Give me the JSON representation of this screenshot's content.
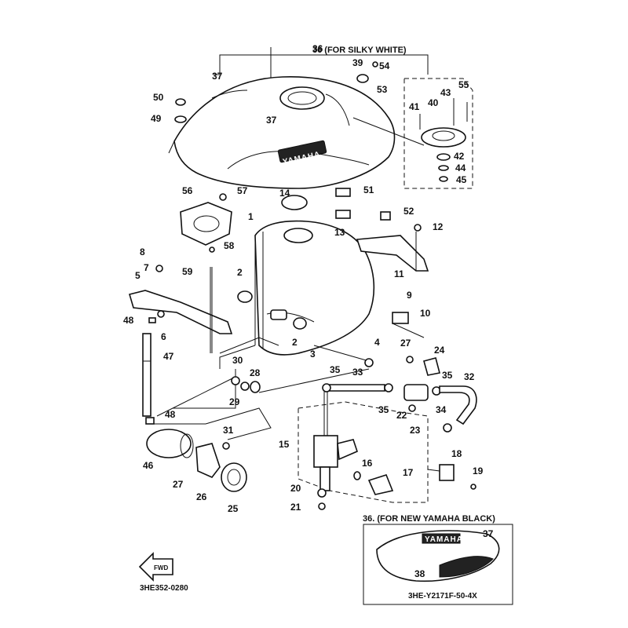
{
  "header_silky": "36  (FOR SILKY WHITE)",
  "header_black": "36. (FOR NEW YAMAHA BLACK)",
  "diagram_code": "3HE352-0280",
  "part_code": "3HE-Y2171F-50-4X",
  "fwd_label": "FWD",
  "logo_text": "YAMAHA",
  "labels": [
    "1",
    "2",
    "2",
    "3",
    "4",
    "5",
    "6",
    "7",
    "8",
    "9",
    "10",
    "11",
    "12",
    "13",
    "14",
    "15",
    "16",
    "17",
    "18",
    "19",
    "20",
    "21",
    "22",
    "23",
    "24",
    "25",
    "26",
    "27",
    "27",
    "28",
    "29",
    "30",
    "31",
    "32",
    "33",
    "34",
    "35",
    "35",
    "35",
    "36",
    "37",
    "37",
    "37",
    "38",
    "39",
    "40",
    "41",
    "42",
    "43",
    "44",
    "45",
    "46",
    "47",
    "48",
    "48",
    "49",
    "50",
    "51",
    "52",
    "53",
    "54",
    "55",
    "56",
    "57",
    "58",
    "59"
  ]
}
